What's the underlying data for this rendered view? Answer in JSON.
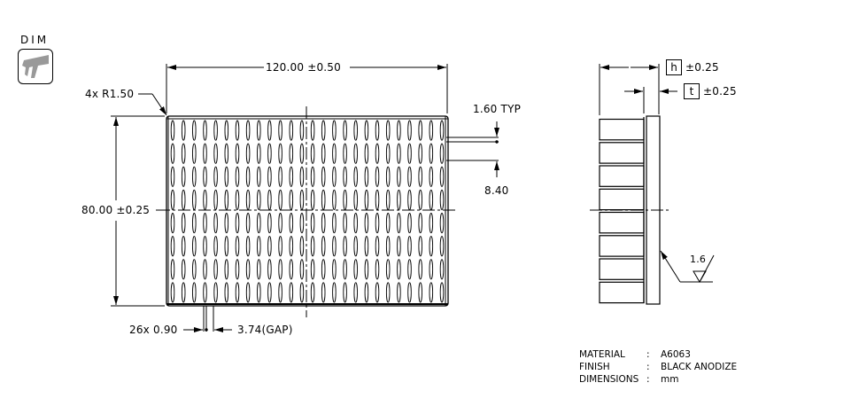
{
  "toolbar": {
    "dim_tool_label": "DIM",
    "dim_tool_icon": "caliper-icon"
  },
  "front_view": {
    "width_dim": "120.00 ±0.50",
    "height_dim": "80.00 ±0.25",
    "corner_radius": "4x R1.50",
    "pin_width_typ": "1.60 TYP",
    "pin_pitch": "8.40",
    "pin_count_thickness": "26x 0.90",
    "pin_gap": "3.74(GAP)",
    "columns": 26,
    "rows": 8
  },
  "side_view": {
    "height_symbol": "h",
    "height_tol": "±0.25",
    "thickness_symbol": "t",
    "thickness_tol": "±0.25",
    "surface_finish": "1.6",
    "fin_count": 8
  },
  "specs": [
    {
      "key": "MATERIAL",
      "sep": ":",
      "value": "A6063"
    },
    {
      "key": "FINISH",
      "sep": ":",
      "value": "BLACK ANODIZE"
    },
    {
      "key": "DIMENSIONS",
      "sep": ":",
      "value": "mm"
    }
  ]
}
